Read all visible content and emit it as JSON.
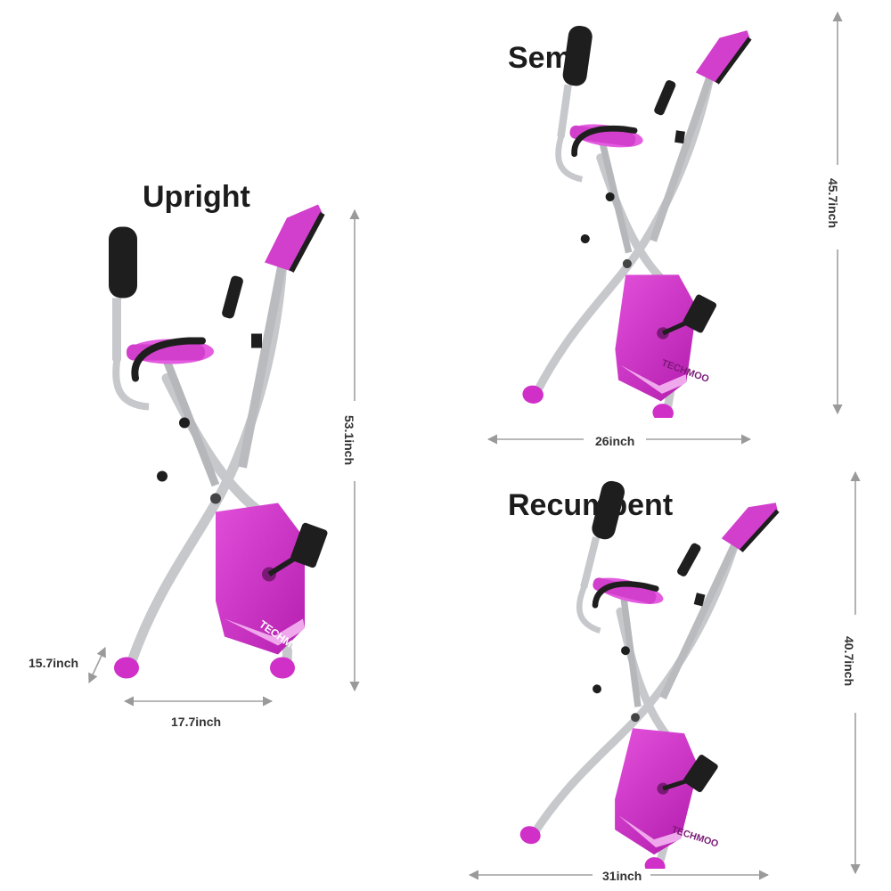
{
  "titles": {
    "upright": "Upright",
    "semi": "Semi",
    "recumbent": "Recumbent"
  },
  "upright": {
    "height": "53.1inch",
    "width": "17.7inch",
    "depth": "15.7inch"
  },
  "semi": {
    "height": "45.7inch",
    "width": "26inch"
  },
  "recumbent": {
    "height": "40.7inch",
    "width": "31inch"
  },
  "brand": "TECHMOO",
  "colors": {
    "accent": "#cc2fc6",
    "accent_light": "#f0a8ec",
    "frame": "#c4c6ca",
    "dark": "#1e1e1e"
  }
}
